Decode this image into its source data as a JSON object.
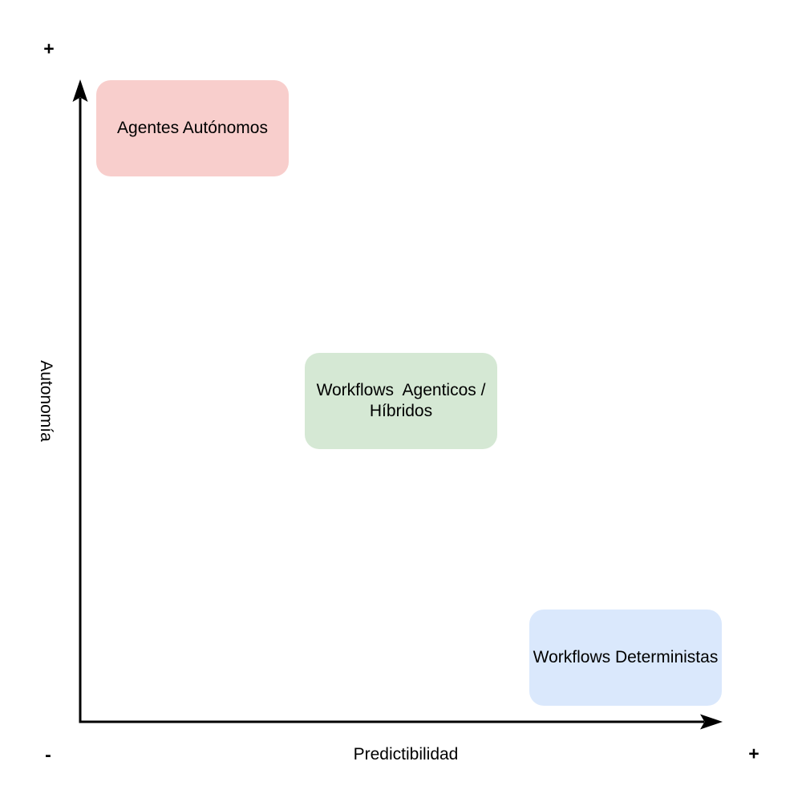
{
  "canvas": {
    "background": "#ffffff"
  },
  "axes": {
    "color": "#000000",
    "y": {
      "label": "Autonomía",
      "max_symbol": "+"
    },
    "x": {
      "label": "Predictibilidad",
      "max_symbol": "+"
    },
    "origin_symbol": "-"
  },
  "nodes": [
    {
      "name": "agentes-autonomos",
      "label": "Agentes Autónomos",
      "fill": "#f8cecc"
    },
    {
      "name": "workflows-agenticos-hibridos",
      "label": "Workflows  Agenticos /\nHíbridos",
      "fill": "#d5e8d4"
    },
    {
      "name": "workflows-deterministas",
      "label": "Workflows Deterministas",
      "fill": "#dae8fc"
    }
  ]
}
